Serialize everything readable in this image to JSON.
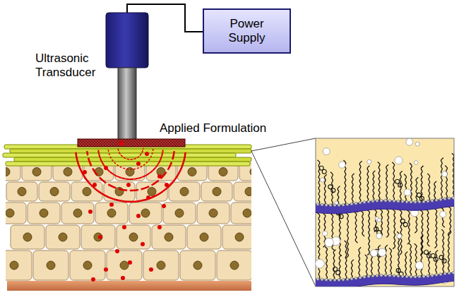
{
  "diagram": {
    "nodes": [
      {
        "text": [
          "Power Supply"
        ]
      }
    ],
    "labels": [
      "Ultrasonic Transducer",
      "Applied Formulation"
    ]
  }
}
